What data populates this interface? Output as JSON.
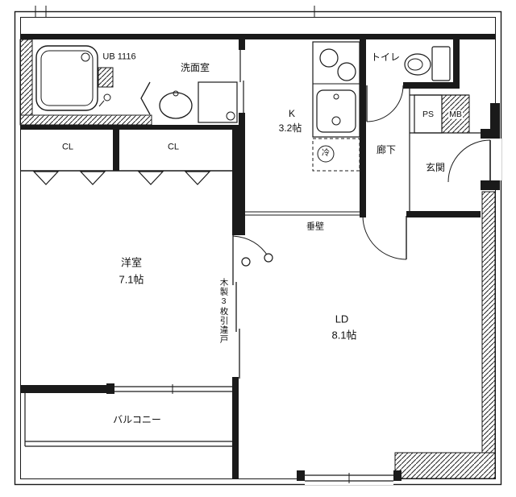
{
  "colors": {
    "line": "#1a1a1a",
    "background": "#ffffff"
  },
  "plan": {
    "rooms": {
      "unit_bath": {
        "label": "UB 1116"
      },
      "washroom": {
        "label": "洗面室"
      },
      "kitchen": {
        "label": "K",
        "size": "3.2帖"
      },
      "toilet": {
        "label": "トイレ"
      },
      "pipe_space": {
        "label": "PS"
      },
      "meter_box": {
        "label": "MB"
      },
      "hallway": {
        "label": "廊下"
      },
      "entrance": {
        "label": "玄関"
      },
      "closet_left": {
        "label": "CL"
      },
      "closet_right": {
        "label": "CL"
      },
      "western_room": {
        "label": "洋室",
        "size": "7.1帖"
      },
      "living_dining": {
        "label": "LD",
        "size": "8.1帖"
      },
      "balcony": {
        "label": "バルコニー"
      }
    },
    "annotations": {
      "hanging_wall": "垂壁",
      "sliding_door": "木製3枚引違戸",
      "refrigerator": "冷"
    }
  }
}
